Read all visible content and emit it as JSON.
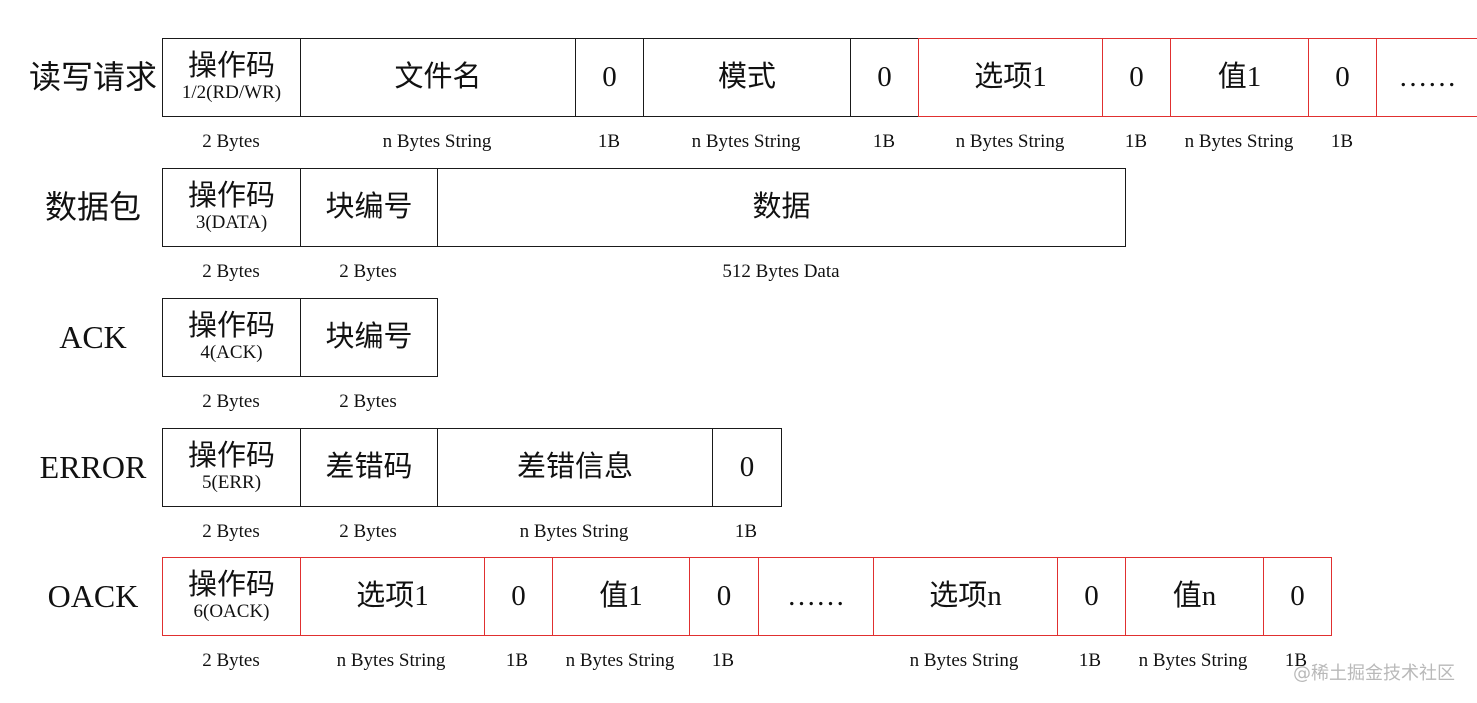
{
  "colors": {
    "line": "#1a1a1a",
    "option_line": "#e03030",
    "text": "#111111",
    "watermark": "#b9b9b9"
  },
  "rows": [
    {
      "id": "rrq-wrq",
      "label": "读写请求",
      "cells": [
        {
          "main": "操作码",
          "sub": "1/2(RD/WR)",
          "option": false
        },
        {
          "main": "文件名",
          "option": false
        },
        {
          "main": "0",
          "option": false
        },
        {
          "main": "模式",
          "option": false
        },
        {
          "main": "0",
          "option": false
        },
        {
          "main": "选项1",
          "option": true
        },
        {
          "main": "0",
          "option": true
        },
        {
          "main": "值1",
          "option": true
        },
        {
          "main": "0",
          "option": true
        },
        {
          "main": "……",
          "option": true
        }
      ],
      "sizes": [
        "2 Bytes",
        "n Bytes String",
        "1B",
        "n Bytes String",
        "1B",
        "n Bytes String",
        "1B",
        "n Bytes String",
        "1B"
      ]
    },
    {
      "id": "data",
      "label": "数据包",
      "cells": [
        {
          "main": "操作码",
          "sub": "3(DATA)",
          "option": false
        },
        {
          "main": "块编号",
          "option": false
        },
        {
          "main": "数据",
          "option": false
        }
      ],
      "sizes": [
        "2 Bytes",
        "2 Bytes",
        "512 Bytes Data"
      ]
    },
    {
      "id": "ack",
      "label": "ACK",
      "cells": [
        {
          "main": "操作码",
          "sub": "4(ACK)",
          "option": false
        },
        {
          "main": "块编号",
          "option": false
        }
      ],
      "sizes": [
        "2 Bytes",
        "2 Bytes"
      ]
    },
    {
      "id": "error",
      "label": "ERROR",
      "cells": [
        {
          "main": "操作码",
          "sub": "5(ERR)",
          "option": false
        },
        {
          "main": "差错码",
          "option": false
        },
        {
          "main": "差错信息",
          "option": false
        },
        {
          "main": "0",
          "option": false
        }
      ],
      "sizes": [
        "2 Bytes",
        "2 Bytes",
        "n Bytes String",
        "1B"
      ]
    },
    {
      "id": "oack",
      "label": "OACK",
      "cells": [
        {
          "main": "操作码",
          "sub": "6(OACK)",
          "option": true
        },
        {
          "main": "选项1",
          "option": true
        },
        {
          "main": "0",
          "option": true
        },
        {
          "main": "值1",
          "option": true
        },
        {
          "main": "0",
          "option": true
        },
        {
          "main": "……",
          "option": true
        },
        {
          "main": "选项n",
          "option": true
        },
        {
          "main": "0",
          "option": true
        },
        {
          "main": "值n",
          "option": true
        },
        {
          "main": "0",
          "option": true
        }
      ],
      "sizes": [
        "2 Bytes",
        "n Bytes String",
        "1B",
        "n Bytes String",
        "1B",
        "n Bytes String",
        "1B",
        "n Bytes String",
        "1B"
      ]
    }
  ],
  "watermark": "@稀土掘金技术社区"
}
